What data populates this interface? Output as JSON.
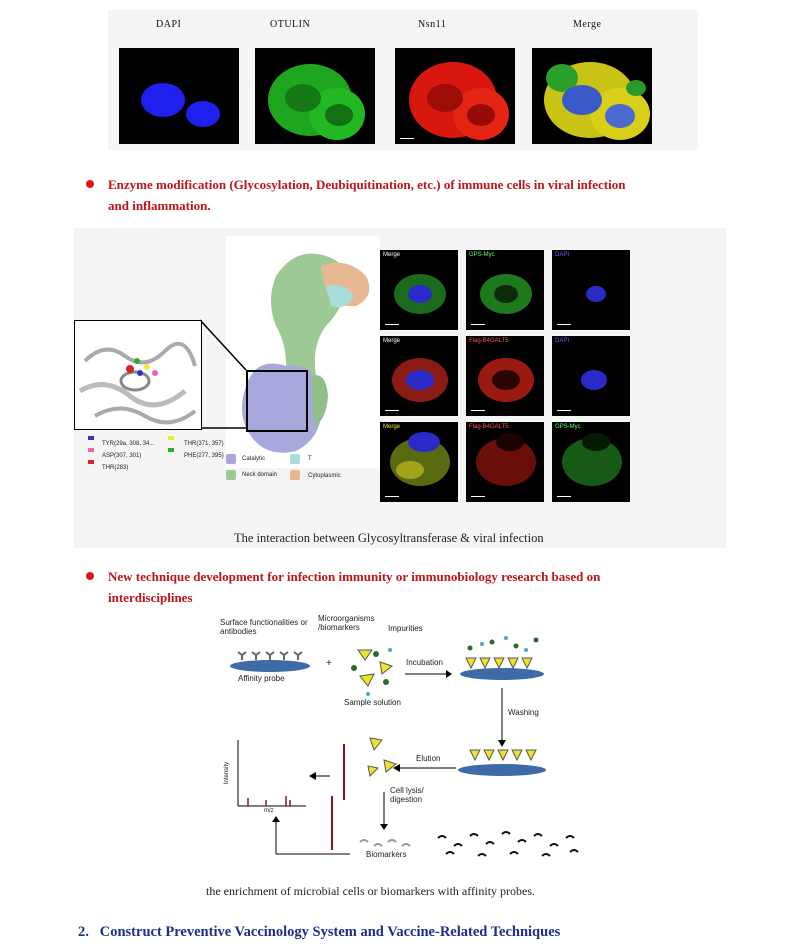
{
  "figure1": {
    "labels": [
      "DAPI",
      "OTULIN",
      "Nsn11",
      "Merge"
    ]
  },
  "section1": {
    "heading_line1": "Enzyme modification (Glycosylation, Deubiquitination, etc.) of immune cells in viral infection",
    "heading_line2": "and inflammation.",
    "caption": "The interaction between Glycosyltransferase & viral infection",
    "legend": {
      "tyr": "TYR(29a, 308, 34...",
      "asp": "ASP(307, 301)",
      "thr": "THR(283)",
      "thr2": "THR(371, 357)",
      "phe": "PHE(277, 395)",
      "catalytic": "Catalytic",
      "neck": "Neck domain",
      "t": "T",
      "cytoplasmic": "Cytoplasmic"
    },
    "grid_labels": {
      "row1": [
        "Merge",
        "GPS-Myc",
        "DAPI"
      ],
      "row2": [
        "Merge",
        "Flag-B4GALT5",
        "DAPI"
      ],
      "row3": [
        "Merge",
        "Flag-B4GALT5",
        "GPS-Myc"
      ]
    }
  },
  "section2": {
    "heading_line1": "New technique development for infection immunity or immunobiology research based on",
    "heading_line2": "interdisciplines",
    "diagram": {
      "surface": "Surface functionalities or antibodies",
      "affinity": "Affinity probe",
      "plus": "+",
      "microorganisms": "Microorganisms /biomarkers",
      "impurities": "Impurities",
      "sample": "Sample solution",
      "incubation": "Incubation",
      "washing": "Washing",
      "elution": "Elution",
      "lysis": "Cell lysis/ digestion",
      "biomarkers": "Biomarkers",
      "intensity": "Intensity",
      "mz": "m/z"
    },
    "caption": "the enrichment of microbial cells or biomarkers with affinity probes."
  },
  "section3": {
    "heading": "2.   Construct Preventive Vaccinology System and Vaccine-Related Techniques"
  },
  "colors": {
    "heading_red": "#c0141a",
    "heading_blue": "#1f2e8c",
    "bullet": "#e0141e"
  }
}
